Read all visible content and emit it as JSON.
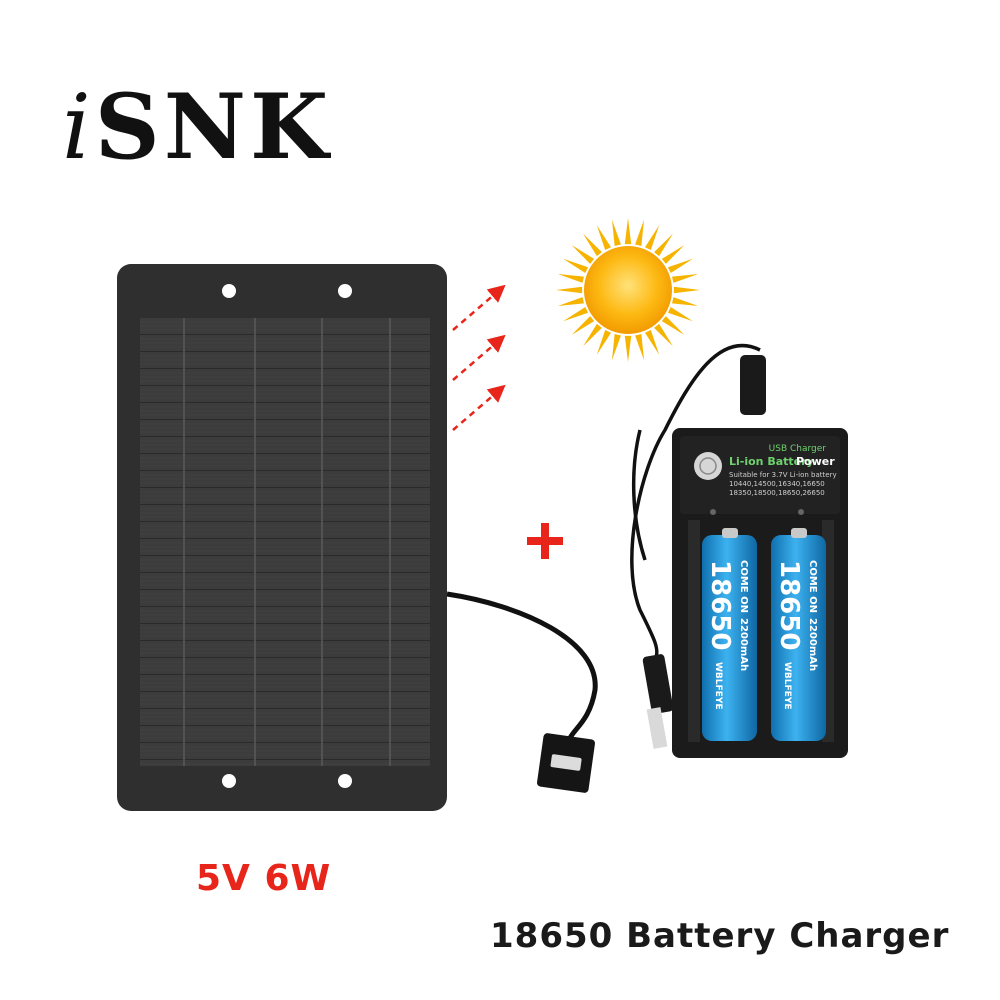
{
  "brand": {
    "prefix": "i",
    "name": "SNK"
  },
  "panel_spec": "5V 6W",
  "product_caption": "18650 Battery Charger",
  "charger": {
    "header": "USB Charger",
    "title_left": "Li-ion Battery",
    "title_right": "Power",
    "compat_line1": "Suitable for 3.7V Li-ion battery",
    "compat_line2": "10440,14500,16340,16650",
    "compat_line3": "18350,18500,18650,26650"
  },
  "battery": {
    "size": "18650",
    "brand": "COME ON",
    "capacity": "2200mAh",
    "maker": "WBLFEYE"
  },
  "colors": {
    "accent_red": "#e8251b",
    "panel": "#3a3a3a",
    "battery_blue": "#1f95d6",
    "sun": "#f6b400"
  }
}
